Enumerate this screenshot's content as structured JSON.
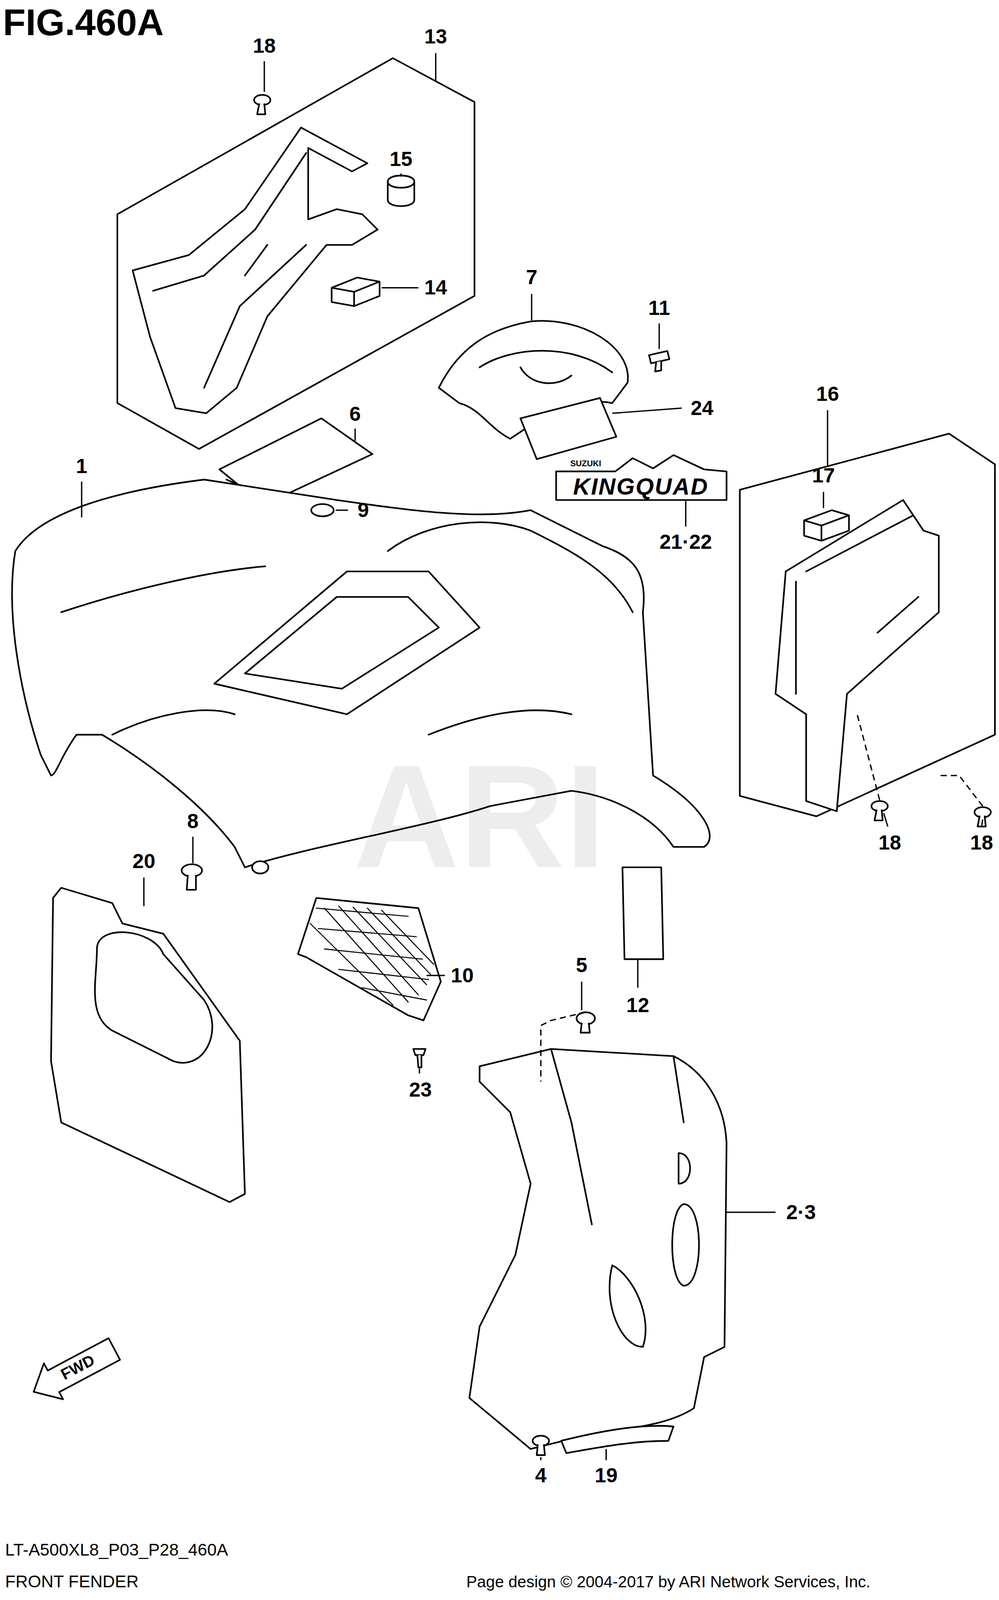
{
  "diagram": {
    "title": "FIG.460A",
    "labels": [
      "18",
      "13",
      "15",
      "14",
      "7",
      "11",
      "24",
      "6",
      "16",
      "17",
      "1",
      "9",
      "KINGQUAD",
      "21·22",
      "8",
      "20",
      "10",
      "5",
      "12",
      "18",
      "18",
      "23",
      "2·3",
      "4",
      "19",
      "FWD",
      "ARI",
      "LT-A500XL8_P03_P28_460A",
      "FRONT FENDER",
      "Page design © 2004-2017 by ARI Network Services, Inc.",
      "SUZUKI"
    ]
  }
}
